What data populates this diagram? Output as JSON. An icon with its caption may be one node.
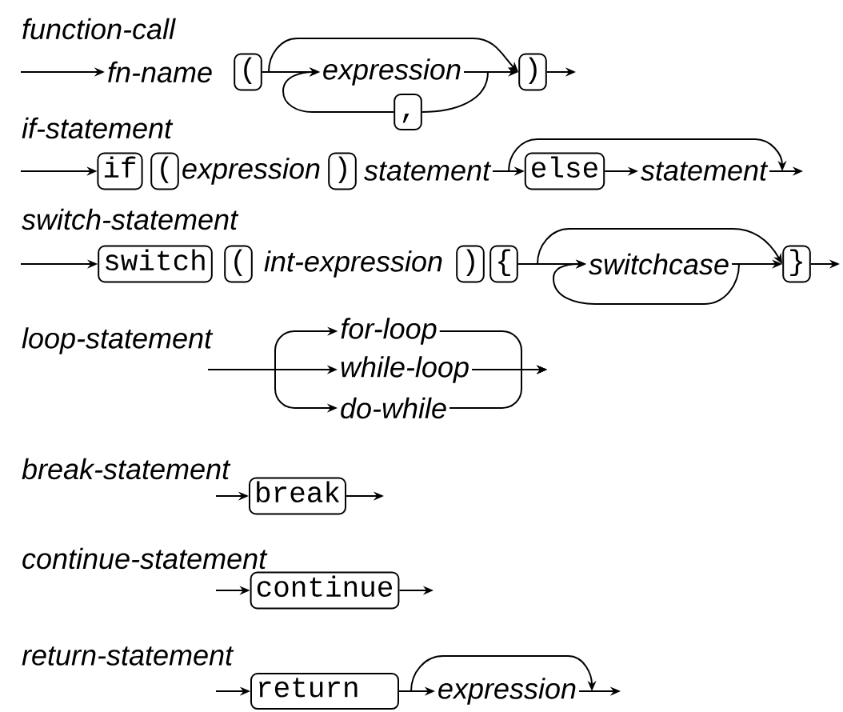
{
  "diagram": {
    "nodes": [
      {
        "text": [
          "fn-name"
        ]
      },
      {
        "text": [
          "("
        ]
      },
      {
        "text": [
          "expression"
        ]
      },
      {
        "text": [
          ","
        ]
      },
      {
        "text": [
          ")"
        ]
      },
      {
        "text": [
          "if"
        ]
      },
      {
        "text": [
          "("
        ]
      },
      {
        "text": [
          "expression"
        ]
      },
      {
        "text": [
          ")"
        ]
      },
      {
        "text": [
          "statement"
        ]
      },
      {
        "text": [
          "else"
        ]
      },
      {
        "text": [
          "statement"
        ]
      },
      {
        "text": [
          "switch"
        ]
      },
      {
        "text": [
          "("
        ]
      },
      {
        "text": [
          "int-expression"
        ]
      },
      {
        "text": [
          ")"
        ]
      },
      {
        "text": [
          "{"
        ]
      },
      {
        "text": [
          "switchcase"
        ]
      },
      {
        "text": [
          "}"
        ]
      },
      {
        "text": [
          "for-loop"
        ]
      },
      {
        "text": [
          "while-loop"
        ]
      },
      {
        "text": [
          "do-while"
        ]
      },
      {
        "text": [
          "break"
        ]
      },
      {
        "text": [
          "continue"
        ]
      },
      {
        "text": [
          "return"
        ]
      },
      {
        "text": [
          "expression"
        ]
      }
    ],
    "edges": [
      {
        "from": null,
        "to": 0,
        "arrow": "to"
      },
      {
        "from": 1,
        "to": 2,
        "arrow": "to"
      },
      {
        "from": 2,
        "to": 4,
        "arrow": "to"
      },
      {
        "from": 1,
        "to": 4,
        "arrow": "to"
      },
      {
        "from": 2,
        "to": 3,
        "arrow": "none"
      },
      {
        "from": 3,
        "to": 2,
        "arrow": "to"
      },
      {
        "from": 4,
        "to": null,
        "arrow": "to"
      },
      {
        "from": null,
        "to": 5,
        "arrow": "to"
      },
      {
        "from": 9,
        "to": 10,
        "arrow": "to"
      },
      {
        "from": 10,
        "to": 11,
        "arrow": "to"
      },
      {
        "from": 11,
        "to": null,
        "arrow": "to"
      },
      {
        "from": 9,
        "to": 11,
        "arrow": "to"
      },
      {
        "from": null,
        "to": 12,
        "arrow": "to"
      },
      {
        "from": 16,
        "to": 17,
        "arrow": "to"
      },
      {
        "from": 17,
        "to": 18,
        "arrow": "to"
      },
      {
        "from": 16,
        "to": 18,
        "arrow": "to"
      },
      {
        "from": 17,
        "to": 17,
        "arrow": "to"
      },
      {
        "from": 18,
        "to": null,
        "arrow": "to"
      },
      {
        "from": null,
        "to": 19,
        "arrow": "to"
      },
      {
        "from": null,
        "to": 20,
        "arrow": "to"
      },
      {
        "from": null,
        "to": 21,
        "arrow": "to"
      },
      {
        "from": 19,
        "to": null,
        "arrow": "to"
      },
      {
        "from": 20,
        "to": null,
        "arrow": "to"
      },
      {
        "from": 21,
        "to": null,
        "arrow": "to"
      },
      {
        "from": null,
        "to": 22,
        "arrow": "to"
      },
      {
        "from": 22,
        "to": null,
        "arrow": "to"
      },
      {
        "from": null,
        "to": 23,
        "arrow": "to"
      },
      {
        "from": 23,
        "to": null,
        "arrow": "to"
      },
      {
        "from": null,
        "to": 24,
        "arrow": "to"
      },
      {
        "from": 24,
        "to": 25,
        "arrow": "to"
      },
      {
        "from": 25,
        "to": null,
        "arrow": "to"
      },
      {
        "from": 24,
        "to": 25,
        "arrow": "to"
      }
    ],
    "labels": [
      "function-call",
      "if-statement",
      "switch-statement",
      "loop-statement",
      "break-statement",
      "continue-statement",
      "return-statement"
    ]
  }
}
